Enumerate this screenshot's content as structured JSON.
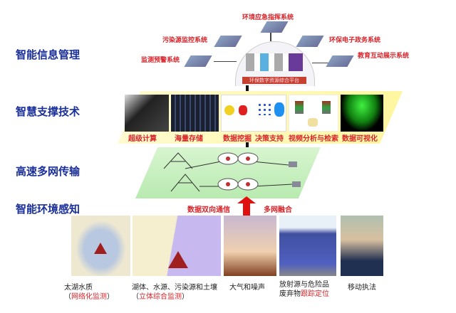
{
  "layers": [
    {
      "label": "智能信息管理"
    },
    {
      "label": "智慧支撑技术"
    },
    {
      "label": "高速多网传输"
    },
    {
      "label": "智能环境感知"
    }
  ],
  "systems": {
    "emergency": "环境应急指挥系统",
    "pollution": "污染源监控系统",
    "egov": "环保电子政务系统",
    "warning": "监测预警系统",
    "education": "教育互动展示系统",
    "platform": "环保数字资源综合平台"
  },
  "tech": [
    "超级计算",
    "海量存储",
    "数据挖掘",
    "决策支持",
    "视频分析与检索",
    "数据可视化"
  ],
  "transport": {
    "left": "数据双向通信",
    "right": "多网融合"
  },
  "sensing": [
    {
      "line1": "太湖水质",
      "line2_pre": "（",
      "line2_hl": "网络化监测",
      "line2_post": "）"
    },
    {
      "line1": "湖体、水源、污染源和土壤",
      "line2_pre": "（",
      "line2_hl": "立体综合监测",
      "line2_post": "）"
    },
    {
      "line1": "大气和噪声"
    },
    {
      "line1": "放射源与危险品",
      "line2_pre": "废弃物",
      "line2_hl": "跟踪定位"
    },
    {
      "line1": "移动执法"
    }
  ],
  "colors": {
    "title": "#1a2f9a",
    "highlight": "#d8242a",
    "tech_band": "#fff8a0",
    "net_band": "#c8f0c0"
  }
}
